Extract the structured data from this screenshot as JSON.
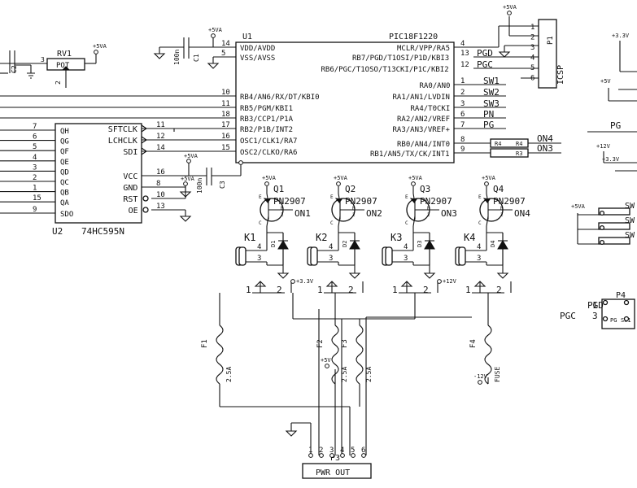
{
  "u1": {
    "ref": "U1",
    "part": "PIC18F1220",
    "left_pins": [
      {
        "num": "14",
        "name": "VDD/AVDD"
      },
      {
        "num": "5",
        "name": "VSS/AVSS"
      },
      {
        "num": "10",
        "name": "RB4/AN6/RX/DT/KBI0"
      },
      {
        "num": "11",
        "name": "RB5/PGM/KBI1"
      },
      {
        "num": "18",
        "name": "RB3/CCP1/P1A"
      },
      {
        "num": "17",
        "name": "RB2/P1B/INT2"
      },
      {
        "num": "16",
        "name": "OSC1/CLK1/RA7"
      },
      {
        "num": "15",
        "name": "OSC2/CLKO/RA6"
      }
    ],
    "right_pins": [
      {
        "num": "4",
        "name": "MCLR/VPP/RA5",
        "net": ""
      },
      {
        "num": "13",
        "name": "RB7/PGD/T1OSI/P1D/KBI3",
        "net": "PGD"
      },
      {
        "num": "12",
        "name": "RB6/PGC/T1OSO/T13CKI/P1C/KBI2",
        "net": "PGC"
      },
      {
        "num": "1",
        "name": "RA0/AN0",
        "net": "SW1"
      },
      {
        "num": "2",
        "name": "RA1/AN1/LVDIN",
        "net": "SW2"
      },
      {
        "num": "3",
        "name": "RA4/T0CKI",
        "net": "SW3"
      },
      {
        "num": "6",
        "name": "RA2/AN2/VREF",
        "net": "PN"
      },
      {
        "num": "7",
        "name": "RA3/AN3/VREF+",
        "net": "PG"
      },
      {
        "num": "8",
        "name": "RB0/AN4/INT0",
        "net": "ON4"
      },
      {
        "num": "9",
        "name": "RB1/AN5/TX/CK/INT1",
        "net": "ON3"
      }
    ],
    "resistors": [
      "R4",
      "R3"
    ]
  },
  "u2": {
    "ref": "U2",
    "part": "74HC595N",
    "left_pins": [
      {
        "num": "7",
        "name": "QH"
      },
      {
        "num": "6",
        "name": "QG"
      },
      {
        "num": "5",
        "name": "QF"
      },
      {
        "num": "4",
        "name": "QE"
      },
      {
        "num": "3",
        "name": "QD"
      },
      {
        "num": "2",
        "name": "QC"
      },
      {
        "num": "1",
        "name": "QB"
      },
      {
        "num": "15",
        "name": "QA"
      },
      {
        "num": "9",
        "name": "SDO"
      }
    ],
    "right_pins": [
      {
        "num": "11",
        "name": "SFTCLK"
      },
      {
        "num": "12",
        "name": "LCHCLK"
      },
      {
        "num": "14",
        "name": "SDI"
      },
      {
        "num": "16",
        "name": "VCC"
      },
      {
        "num": "8",
        "name": "GND"
      },
      {
        "num": "10",
        "name": "RST"
      },
      {
        "num": "13",
        "name": "OE"
      }
    ]
  },
  "rv1": {
    "ref": "RV1",
    "value": "POT",
    "pin3": "3",
    "pin2": "2",
    "supply": "+5VA",
    "cap_ref": "C2"
  },
  "c1": {
    "ref": "C1",
    "value": "100n",
    "supply": "+5VA"
  },
  "c3": {
    "ref": "C3",
    "value": "100n",
    "supply": "+5VA"
  },
  "u2_rst_supply": "+5VA",
  "icsp": {
    "ref": "P1",
    "name": "ICSP",
    "pins": [
      "1",
      "2",
      "3",
      "4",
      "5",
      "6"
    ],
    "supply": "+5VA"
  },
  "transistors": [
    {
      "ref": "Q1",
      "part": "PN2907",
      "net": "ON1",
      "supply": "+5VA"
    },
    {
      "ref": "Q2",
      "part": "PN2907",
      "net": "ON2",
      "supply": "+5VA"
    },
    {
      "ref": "Q3",
      "part": "PN2907",
      "net": "ON3",
      "supply": "+5VA"
    },
    {
      "ref": "Q4",
      "part": "PN2907",
      "net": "ON4",
      "supply": "+5VA"
    }
  ],
  "pin_letters": {
    "e": "E",
    "b": "B",
    "c": "C",
    "b_num": "2"
  },
  "relays": [
    {
      "ref": "K1",
      "pin4": "4",
      "pin3": "3",
      "diode": "D1"
    },
    {
      "ref": "K2",
      "pin4": "4",
      "pin3": "3",
      "diode": "D2"
    },
    {
      "ref": "K3",
      "pin4": "4",
      "pin3": "3",
      "diode": "D3"
    },
    {
      "ref": "K4",
      "pin4": "4",
      "pin3": "3",
      "diode": "D4"
    }
  ],
  "relay_contacts": [
    {
      "pin1": "1",
      "pin2": "2",
      "supply": "+3.3V"
    },
    {
      "pin1": "1",
      "pin2": "2",
      "supply": ""
    },
    {
      "pin1": "1",
      "pin2": "2",
      "supply": "+12V"
    },
    {
      "pin1": "1",
      "pin2": "2",
      "supply": ""
    }
  ],
  "fuses": [
    {
      "ref": "F1",
      "value": "2.5A",
      "supply": ""
    },
    {
      "ref": "F2",
      "value": "2.5A",
      "supply": "+5V"
    },
    {
      "ref": "F3",
      "value": "2.5A",
      "supply": ""
    },
    {
      "ref": "F4",
      "value": "FUSE",
      "supply": "-12V"
    }
  ],
  "p3": {
    "ref": "P3",
    "name": "PWR OUT",
    "pins": [
      "1",
      "2",
      "3",
      "4",
      "5",
      "6"
    ]
  },
  "p4": {
    "ref": "P4",
    "pins": [
      {
        "net": "PGD",
        "num": "1"
      },
      {
        "net": "PGC",
        "num": "3"
      }
    ],
    "labels": [
      "PG",
      "SW1"
    ]
  },
  "right_edge": {
    "supplies": [
      "+3.3V",
      "+5V",
      "+12V",
      "+3.3V",
      "+5VA"
    ],
    "nets": [
      "PG"
    ],
    "switch_labels": [
      "SW",
      "SW",
      "SW"
    ]
  }
}
